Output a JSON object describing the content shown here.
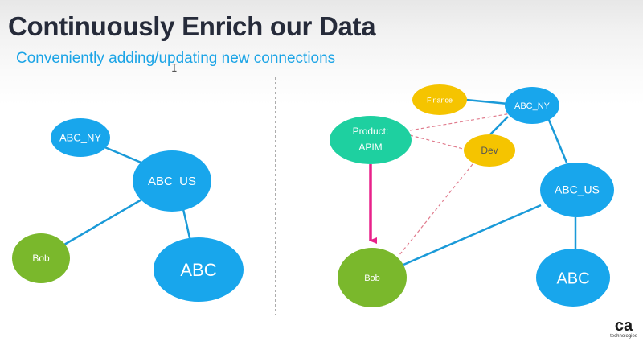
{
  "slide": {
    "title": "Continuously Enrich our Data",
    "subtitle": "Conveniently adding/updating new connections",
    "cursor_glyph": "I"
  },
  "colors": {
    "blue_node": "#18a6ec",
    "green_node": "#7ab82c",
    "yellow_node": "#f5c400",
    "teal_node": "#1ed0a0",
    "edge_blue": "#1a9ad8",
    "edge_dashed": "#e07a8c",
    "arrow": "#e8218a",
    "divider": "#777777"
  },
  "left_diagram": {
    "nodes": [
      {
        "id": "l_abc_ny",
        "label": "ABC_NY",
        "kind": "blue"
      },
      {
        "id": "l_abc_us",
        "label": "ABC_US",
        "kind": "blue"
      },
      {
        "id": "l_bob",
        "label": "Bob",
        "kind": "green"
      },
      {
        "id": "l_abc",
        "label": "ABC",
        "kind": "blue"
      }
    ]
  },
  "right_diagram": {
    "nodes": [
      {
        "id": "r_finance",
        "label": "Finance",
        "kind": "yellow"
      },
      {
        "id": "r_abc_ny",
        "label": "ABC_NY",
        "kind": "blue"
      },
      {
        "id": "r_product",
        "label": "Product:\nAPIM",
        "label_line1": "Product:",
        "label_line2": "APIM",
        "kind": "teal"
      },
      {
        "id": "r_dev",
        "label": "Dev",
        "kind": "yellow"
      },
      {
        "id": "r_abc_us",
        "label": "ABC_US",
        "kind": "blue"
      },
      {
        "id": "r_bob",
        "label": "Bob",
        "kind": "green"
      },
      {
        "id": "r_abc",
        "label": "ABC",
        "kind": "blue"
      }
    ]
  },
  "logo": {
    "mark": "ca",
    "sub": "technologies"
  }
}
